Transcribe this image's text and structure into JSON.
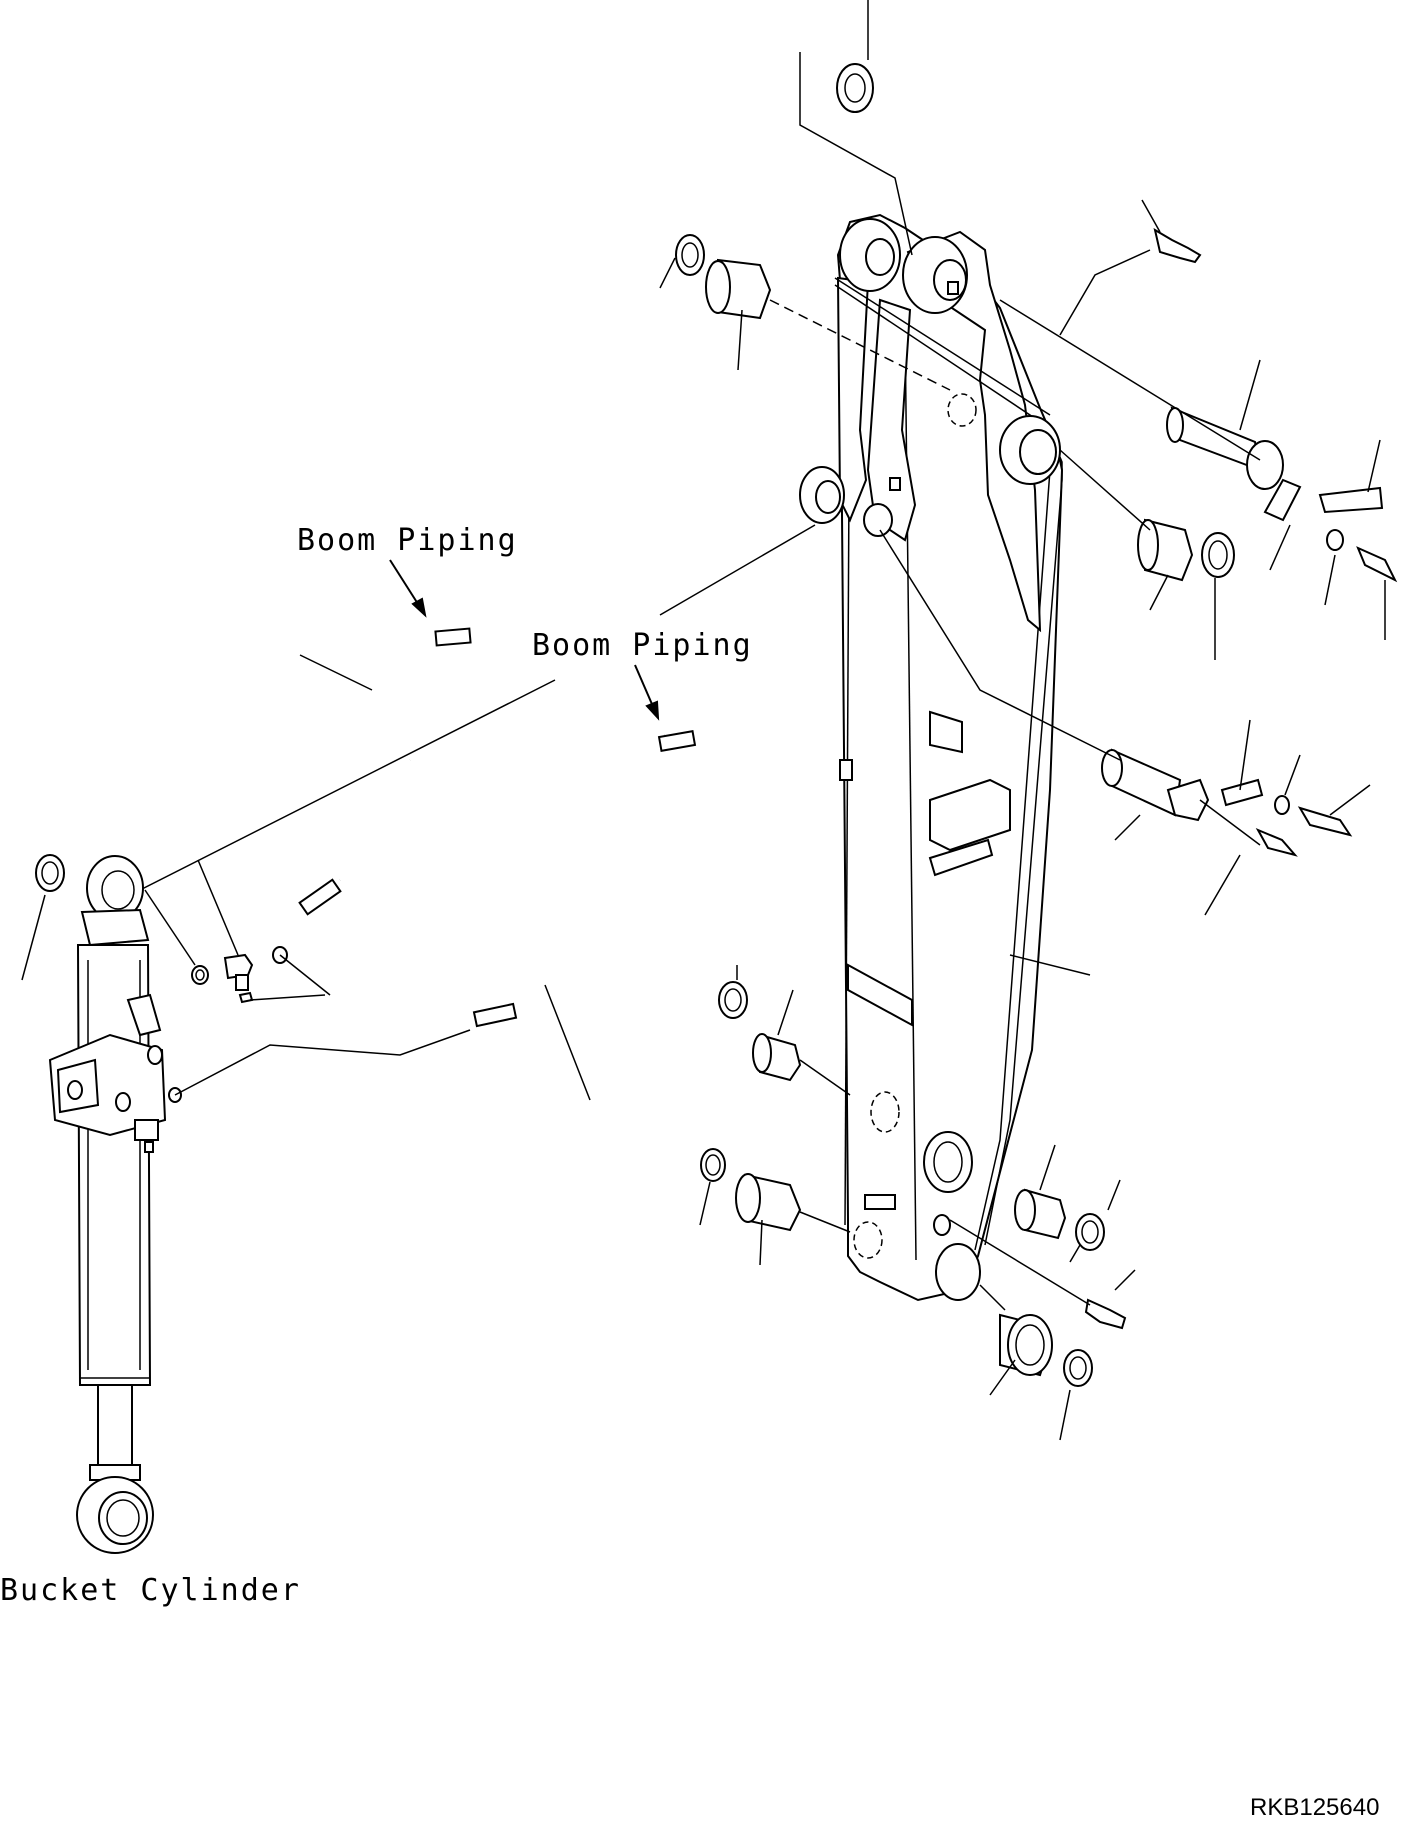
{
  "labels": {
    "boom_piping_1": "Boom Piping",
    "boom_piping_2": "Boom Piping",
    "bucket_cylinder": "Bucket Cylinder",
    "drawing_code": "RKB125640"
  }
}
